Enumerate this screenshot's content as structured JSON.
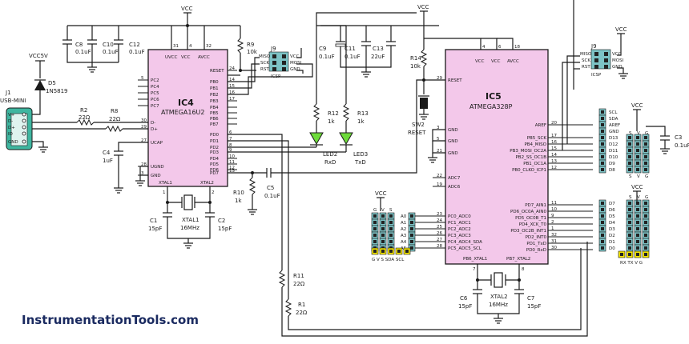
{
  "footer": "InstrumentationTools.com",
  "ic4": {
    "name": "IC4",
    "part": "ATMEGA16U2",
    "top_pins": [
      "UVCC",
      "VCC",
      "AVCC"
    ],
    "top_nums": [
      "31",
      "4",
      "32"
    ],
    "left_pins": [
      "PC2",
      "PC4",
      "PC5",
      "PC6",
      "PC7",
      "D-",
      "D+",
      "UCAP",
      "UGND",
      "GND"
    ],
    "left_nums": [
      "5",
      "",
      "",
      "",
      "",
      "30",
      "29",
      "27",
      "28",
      "3"
    ],
    "right_pins": [
      "RESET",
      "PB0",
      "PB1",
      "PB2",
      "PB3",
      "PB4",
      "PB5",
      "PB6",
      "PB7",
      "PD0",
      "PD1",
      "PD2",
      "PD3",
      "PD4",
      "PD5",
      "PD6",
      "PD7"
    ],
    "right_nums": [
      "24",
      "14",
      "15",
      "16",
      "17",
      "",
      "",
      "",
      "",
      "6",
      "7",
      "8",
      "9",
      "10",
      "11",
      "12",
      "13"
    ],
    "xtal_l": "XTAL1",
    "xtal_r": "XTAL2",
    "xtal_ln": "1",
    "xtal_rn": "2"
  },
  "ic5": {
    "name": "IC5",
    "part": "ATMEGA328P",
    "top_pins": [
      "VCC",
      "VCC",
      "AVCC"
    ],
    "top_nums": [
      "4",
      "6",
      "18"
    ],
    "left_pins": [
      "RESET",
      "GND",
      "GND",
      "GND",
      "ADC7",
      "ADC6",
      "PC0_ADC0",
      "PC1_ADC1",
      "PC2_ADC2",
      "PC3_ADC3",
      "PC4_ADC4_SDA",
      "PC5_ADC5_SCL"
    ],
    "left_nums": [
      "29",
      "3",
      "5",
      "21",
      "22",
      "19",
      "23",
      "24",
      "25",
      "26",
      "27",
      "28"
    ],
    "right_pins": [
      "AREF",
      "PB5_SCK",
      "PB4_MISO",
      "PB3_MOSI_OC2A",
      "PB2_SS_OC1B",
      "PB1_OC1A",
      "PB0_CLKO_ICP1",
      "PD7_AIN1",
      "PD6_OC0A_AIN0",
      "PD5_OC0B_T1",
      "PD4_XCK_T0",
      "PD3_OC2B_INT1",
      "PD2_INT0",
      "PD1_TxD",
      "PD0_RxD"
    ],
    "right_nums": [
      "20",
      "17",
      "16",
      "15",
      "14",
      "13",
      "12",
      "11",
      "10",
      "9",
      "2",
      "1",
      "32",
      "31",
      "30"
    ],
    "xtal_l": "PB6_XTAL1",
    "xtal_r": "PB7_XTAL2",
    "xtal_ln": "7",
    "xtal_rn": "8"
  },
  "components": {
    "j1": "J1",
    "j1_type": "USB-MINI",
    "usb_pins": [
      "V+",
      "D-",
      "D+",
      "ID",
      "GND"
    ],
    "vcc5": "VCC5V",
    "d5": "D5",
    "d5_val": "1N5819",
    "r2": "R2",
    "r2_val": "22Ω",
    "r8": "R8",
    "r8_val": "22Ω",
    "c4": "C4",
    "c4_val": "1uF",
    "c8": "C8",
    "c8_val": "0.1uF",
    "c10": "C10",
    "c10_val": "0.1uF",
    "c12": "C12",
    "c12_val": "0.1uF",
    "r9": "R9",
    "r9_val": "10k",
    "j9a": "J9",
    "isp_a": [
      "MISO",
      "SCK",
      "RST"
    ],
    "isp_b": [
      "VCC",
      "MOSI",
      "GND"
    ],
    "icsp": "ICSP",
    "c9": "C9",
    "c9_val": "0.1uF",
    "c11": "C11",
    "c11_val": "0.1uF",
    "c13": "C13",
    "c13_val": "22uF",
    "r14": "R14",
    "r14_val": "10k",
    "r12": "R12",
    "r12_val": "1k",
    "r13": "R13",
    "r13_val": "1k",
    "led2": "LED2",
    "led2_lbl": "RxD",
    "led3": "LED3",
    "led3_lbl": "TxD",
    "sw2": "SW2",
    "sw2_lbl": "RESET",
    "r10": "R10",
    "r10_val": "1k",
    "c5": "C5",
    "c5_val": "0.1uF",
    "c1": "C1",
    "c1_val": "15pF",
    "xtal1": "XTAL1",
    "xtal1_val": "16MHz",
    "c2": "C2",
    "c2_val": "15pF",
    "r11": "R11",
    "r11_val": "22Ω",
    "r1": "R1",
    "r1_val": "22Ω",
    "c6": "C6",
    "c6_val": "15pF",
    "xtal2": "XTAL2",
    "xtal2_val": "16MHz",
    "c7": "C7",
    "c7_val": "15pF",
    "c3": "C3",
    "c3_val": "0.1uF",
    "j9b": "J9",
    "vcc": "VCC",
    "hdr_top": [
      "SCL",
      "SDA",
      "AREF",
      "GND",
      "D13",
      "D12",
      "D11",
      "D10",
      "D9",
      "D8"
    ],
    "hdr_bot": [
      "D7",
      "D6",
      "D5",
      "D4",
      "D3",
      "D2",
      "D1",
      "D0"
    ],
    "hdr_analog": [
      "A0",
      "A1",
      "A2",
      "A3",
      "A4",
      "A5"
    ],
    "hdr_gvs": [
      "G",
      "V",
      "S"
    ],
    "hdr_svg": [
      "S",
      "V",
      "G"
    ],
    "rxtx": "RX TX V G",
    "gvs_bottom": "G V S SDA SCL"
  }
}
